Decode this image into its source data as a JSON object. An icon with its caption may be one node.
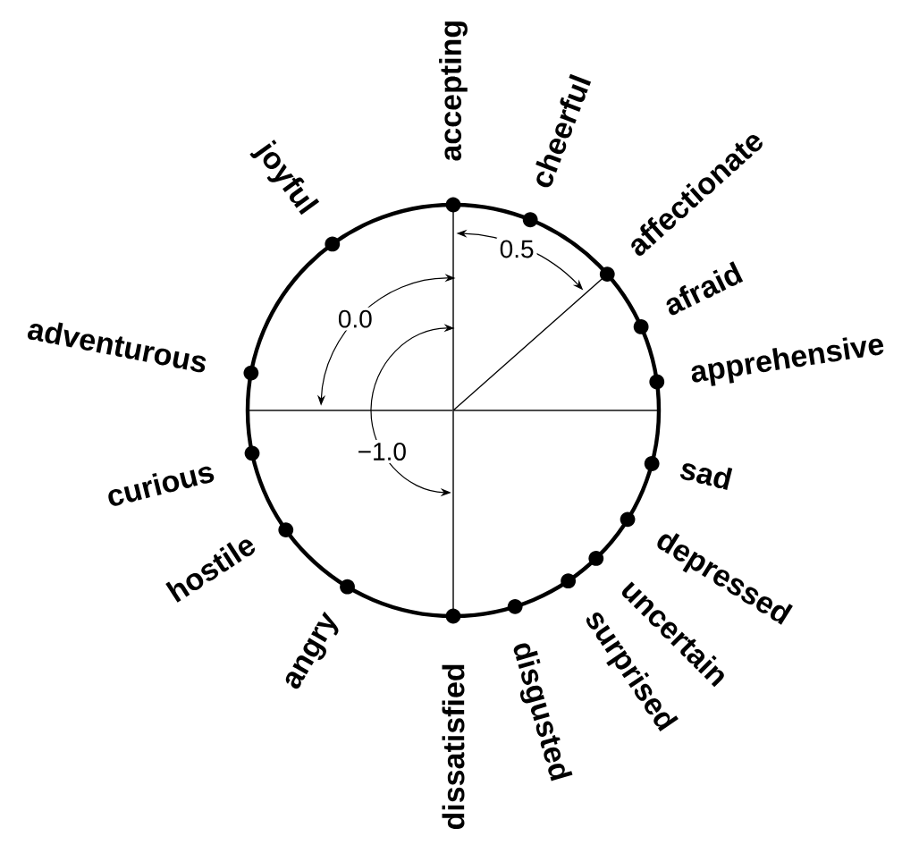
{
  "diagram": {
    "labels": [
      "accepting",
      "cheerful",
      "affectionate",
      "afraid",
      "apprehensive",
      "sad",
      "depressed",
      "uncertain",
      "surprised",
      "disgusted",
      "dissatisfied",
      "angry",
      "hostile",
      "curious",
      "adventurous",
      "joyful",
      "0.5",
      "0.0",
      "−1.0"
    ]
  }
}
